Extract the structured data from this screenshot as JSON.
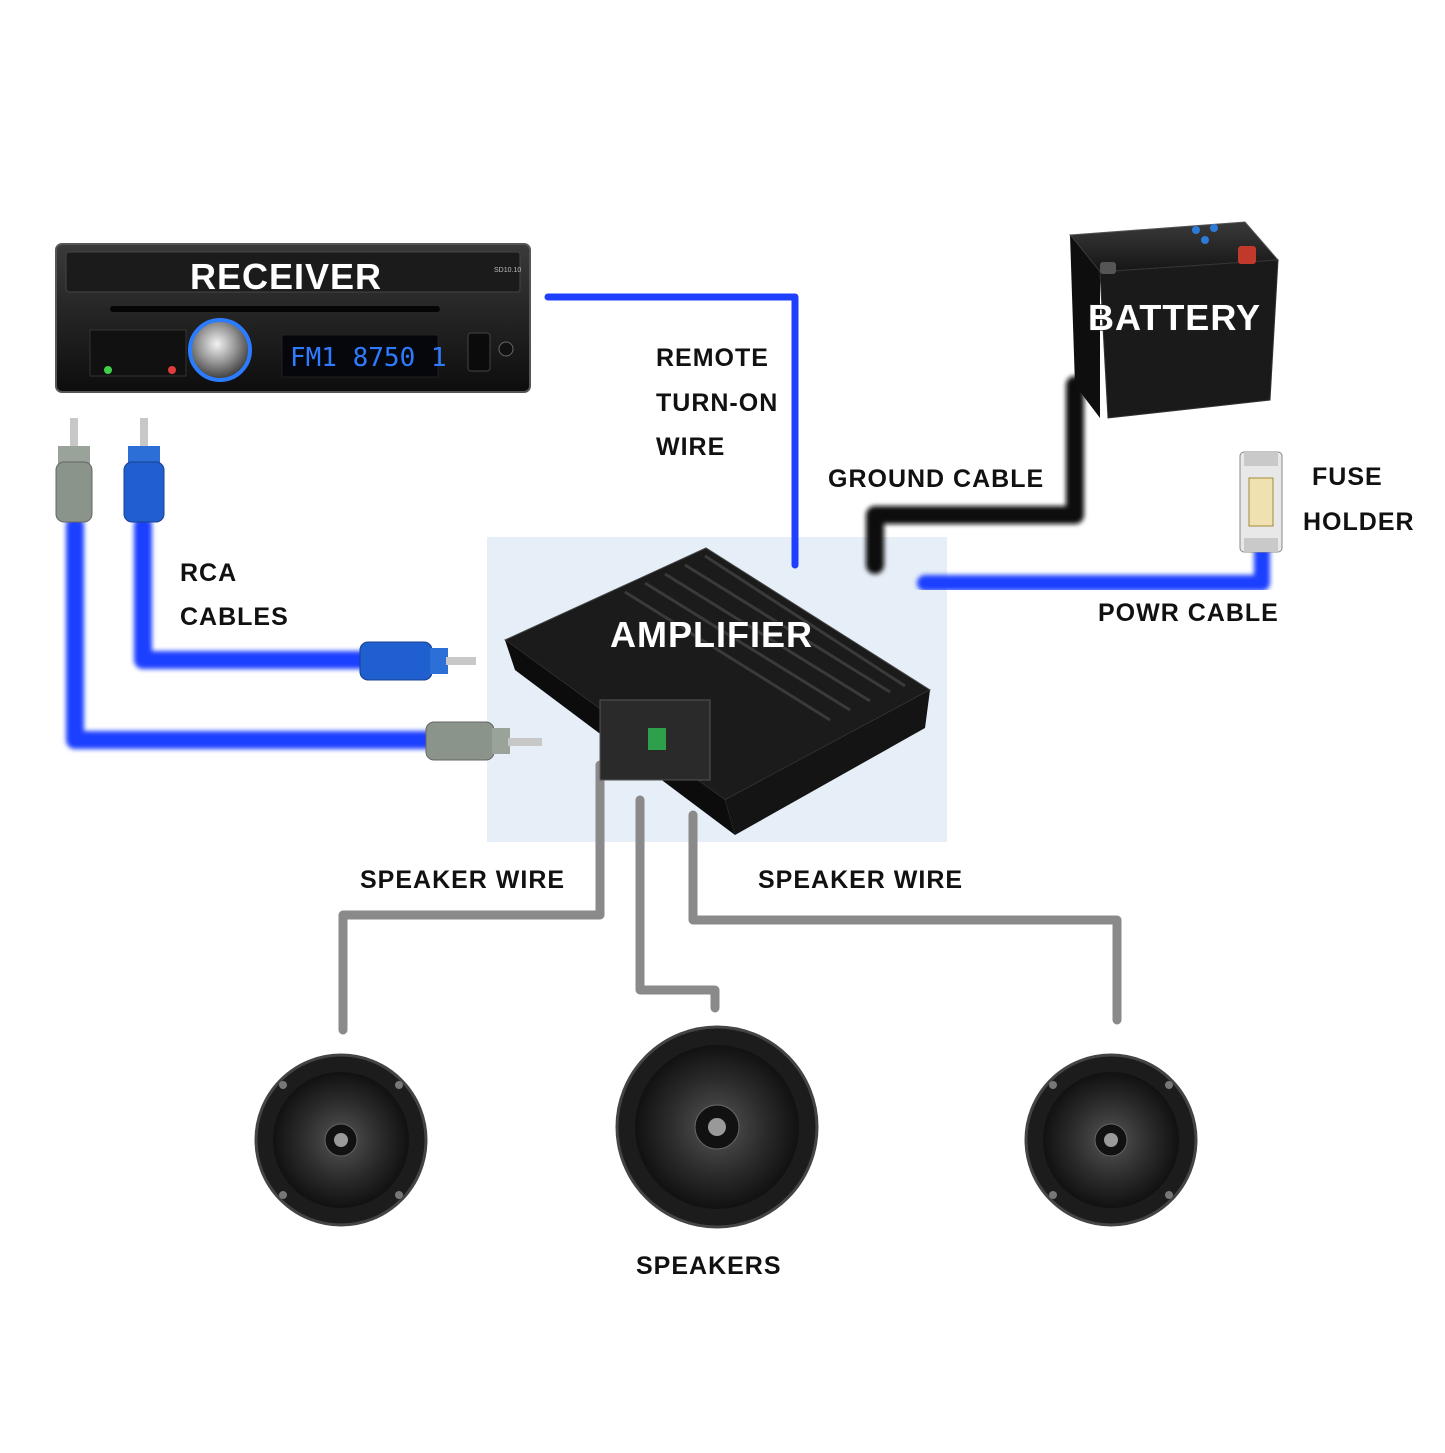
{
  "components": {
    "receiver": {
      "label": "RECEIVER",
      "display": "FM1  8750 1",
      "badge": "SD10.10"
    },
    "battery": {
      "label": "BATTERY"
    },
    "amplifier": {
      "label": "AMPLIFIER"
    }
  },
  "wire_labels": {
    "remote": [
      "REMOTE",
      "TURN-ON",
      "WIRE"
    ],
    "rca": [
      "RCA",
      "CABLES"
    ],
    "ground": "GROUND CABLE",
    "fuse": [
      "FUSE",
      "HOLDER"
    ],
    "power": "POWR CABLE",
    "speaker_left": "SPEAKER WIRE",
    "speaker_right": "SPEAKER WIRE",
    "speakers": "SPEAKERS"
  },
  "colors": {
    "signal_wire": "#1f3fff",
    "ground_wire": "#111111",
    "speaker_wire": "#8a8a8a",
    "amp_backdrop": "#e6eef7"
  }
}
